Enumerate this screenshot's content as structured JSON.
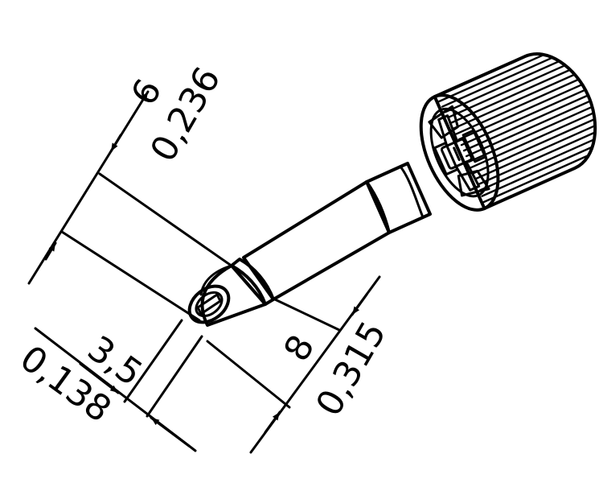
{
  "dimensions": {
    "length_mm": "6",
    "length_in": "0,236",
    "width_mm": "3,5",
    "width_in": "0,138",
    "shaft_mm": "8",
    "shaft_in": "0,315"
  },
  "colors": {
    "line": "#000000",
    "fill": "#ffffff"
  }
}
